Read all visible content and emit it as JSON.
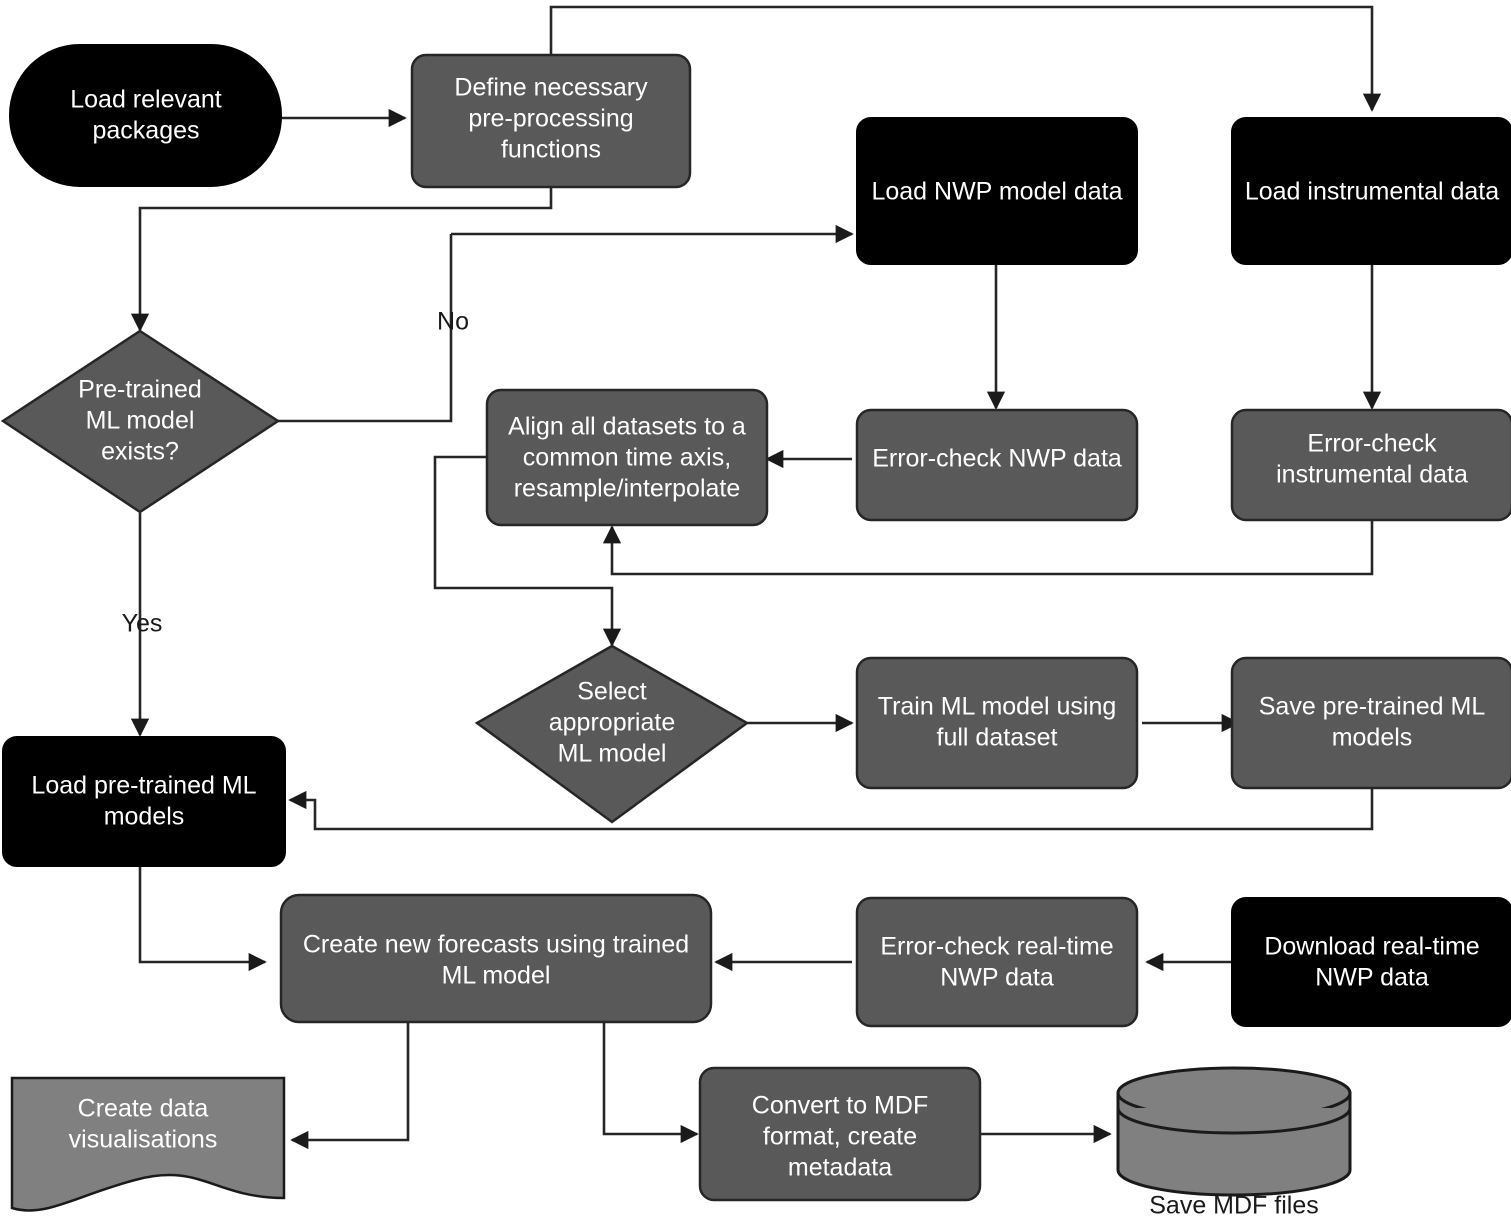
{
  "diagram": {
    "title": "Machine learning weather forecasting workflow flowchart",
    "colors": {
      "dark_node": "#000000",
      "gray_node": "#595959",
      "light_gray_node": "#808080",
      "connector": "#262626",
      "node_text": "#ffffff",
      "edge_text": "#1a1a1a",
      "background": "#ffffff"
    },
    "nodes": [
      {
        "id": "load-packages",
        "shape": "stadium",
        "style": "dark",
        "lines": [
          "Load relevant",
          "packages"
        ]
      },
      {
        "id": "define-functions",
        "shape": "rounded",
        "style": "gray",
        "lines": [
          "Define necessary",
          "pre-processing",
          "functions"
        ]
      },
      {
        "id": "load-nwp",
        "shape": "rounded",
        "style": "dark",
        "lines": [
          "Load NWP model data"
        ]
      },
      {
        "id": "load-instrumental",
        "shape": "rounded",
        "style": "dark",
        "lines": [
          "Load instrumental data"
        ]
      },
      {
        "id": "pretrained-exists",
        "shape": "diamond",
        "style": "gray",
        "lines": [
          "Pre-trained",
          "ML model",
          "exists?"
        ]
      },
      {
        "id": "align-datasets",
        "shape": "rounded",
        "style": "gray",
        "lines": [
          "Align all datasets to a",
          "common time axis,",
          "resample/interpolate"
        ]
      },
      {
        "id": "errcheck-nwp",
        "shape": "rounded",
        "style": "gray",
        "lines": [
          "Error-check NWP data"
        ]
      },
      {
        "id": "errcheck-instrumental",
        "shape": "rounded",
        "style": "gray",
        "lines": [
          "Error-check",
          "instrumental data"
        ]
      },
      {
        "id": "select-model",
        "shape": "diamond",
        "style": "gray",
        "lines": [
          "Select",
          "appropriate",
          "ML model"
        ]
      },
      {
        "id": "train-model",
        "shape": "rounded",
        "style": "gray",
        "lines": [
          "Train ML model using",
          "full dataset"
        ]
      },
      {
        "id": "save-models",
        "shape": "rounded",
        "style": "gray",
        "lines": [
          "Save pre-trained ML",
          "models"
        ]
      },
      {
        "id": "load-pretrained",
        "shape": "rounded",
        "style": "dark",
        "lines": [
          "Load pre-trained ML",
          "models"
        ]
      },
      {
        "id": "create-forecasts",
        "shape": "rounded",
        "style": "gray",
        "lines": [
          "Create new forecasts using trained",
          "ML model"
        ]
      },
      {
        "id": "errcheck-realtime",
        "shape": "rounded",
        "style": "gray",
        "lines": [
          "Error-check real-time",
          "NWP data"
        ]
      },
      {
        "id": "download-realtime",
        "shape": "rounded",
        "style": "dark",
        "lines": [
          "Download real-time",
          "NWP data"
        ]
      },
      {
        "id": "create-visualisations",
        "shape": "document",
        "style": "light-gray",
        "lines": [
          "Create data",
          "visualisations"
        ]
      },
      {
        "id": "convert-mdf",
        "shape": "rounded",
        "style": "gray",
        "lines": [
          "Convert to MDF",
          "format, create",
          "metadata"
        ]
      },
      {
        "id": "save-mdf-files",
        "shape": "cylinder",
        "style": "light-gray",
        "lines": [],
        "caption": "Save MDF files"
      }
    ],
    "edge_labels": {
      "no": "No",
      "yes": "Yes"
    },
    "text": {
      "load_packages_l1": "Load relevant",
      "load_packages_l2": "packages",
      "define_functions_l1": "Define necessary",
      "define_functions_l2": "pre-processing",
      "define_functions_l3": "functions",
      "load_nwp_l1": "Load NWP model data",
      "load_instrumental_l1": "Load instrumental data",
      "pretrained_l1": "Pre-trained",
      "pretrained_l2": "ML model",
      "pretrained_l3": "exists?",
      "align_l1": "Align all datasets to a",
      "align_l2": "common time axis,",
      "align_l3": "resample/interpolate",
      "errcheck_nwp_l1": "Error-check NWP data",
      "errcheck_inst_l1": "Error-check",
      "errcheck_inst_l2": "instrumental data",
      "select_l1": "Select",
      "select_l2": "appropriate",
      "select_l3": "ML model",
      "train_l1": "Train ML model using",
      "train_l2": "full dataset",
      "save_models_l1": "Save pre-trained ML",
      "save_models_l2": "models",
      "load_pretrained_l1": "Load pre-trained ML",
      "load_pretrained_l2": "models",
      "forecasts_l1": "Create new forecasts using trained",
      "forecasts_l2": "ML model",
      "errcheck_rt_l1": "Error-check real-time",
      "errcheck_rt_l2": "NWP data",
      "download_rt_l1": "Download real-time",
      "download_rt_l2": "NWP data",
      "visualisations_l1": "Create data",
      "visualisations_l2": "visualisations",
      "convert_l1": "Convert to MDF",
      "convert_l2": "format, create",
      "convert_l3": "metadata",
      "save_mdf_caption": "Save MDF files",
      "label_no": "No",
      "label_yes": "Yes"
    }
  }
}
